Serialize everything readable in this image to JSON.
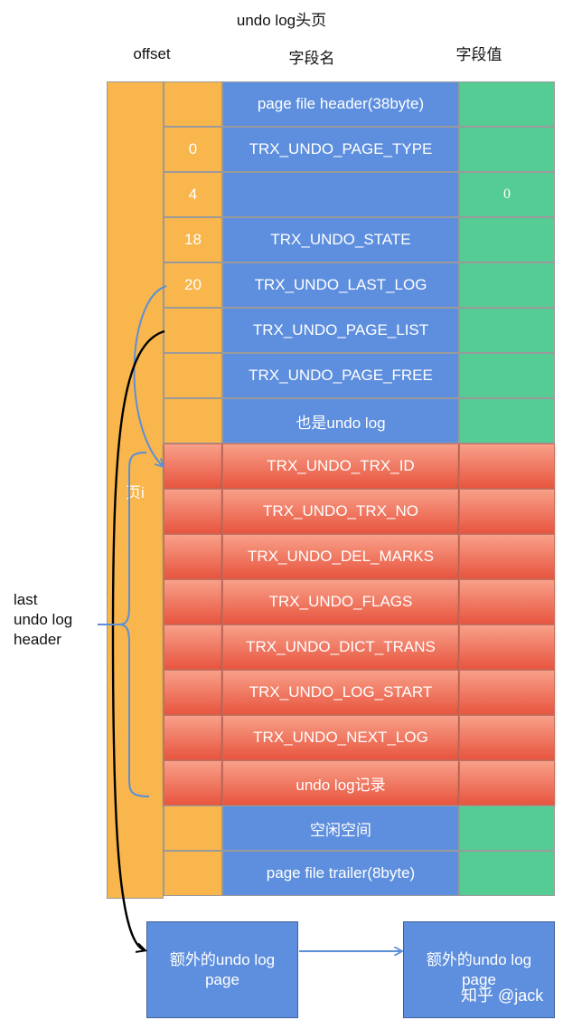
{
  "title": "undo log头页",
  "headers": {
    "offset": "offset",
    "field_name": "字段名",
    "field_value": "字段值"
  },
  "rows": [
    {
      "offset": "",
      "name": "page file header(38byte)",
      "value": "",
      "color": "blue"
    },
    {
      "offset": "0",
      "name": "TRX_UNDO_PAGE_TYPE",
      "value": "",
      "color": "blue"
    },
    {
      "offset": "4",
      "name": "",
      "value": "0",
      "color": "blue"
    },
    {
      "offset": "18",
      "name": "TRX_UNDO_STATE",
      "value": "",
      "color": "blue"
    },
    {
      "offset": "20",
      "name": "TRX_UNDO_LAST_LOG",
      "value": "",
      "color": "blue"
    },
    {
      "offset": "",
      "name": "TRX_UNDO_PAGE_LIST",
      "value": "",
      "color": "blue"
    },
    {
      "offset": "",
      "name": "TRX_UNDO_PAGE_FREE",
      "value": "",
      "color": "blue"
    },
    {
      "offset": "",
      "name": "也是undo log",
      "value": "",
      "color": "blue"
    },
    {
      "offset": "",
      "name": "TRX_UNDO_TRX_ID",
      "value": "",
      "color": "red"
    },
    {
      "offset": "",
      "name": "TRX_UNDO_TRX_NO",
      "value": "",
      "color": "red"
    },
    {
      "offset": "",
      "name": "TRX_UNDO_DEL_MARKS",
      "value": "",
      "color": "red"
    },
    {
      "offset": "",
      "name": "TRX_UNDO_FLAGS",
      "value": "",
      "color": "red"
    },
    {
      "offset": "",
      "name": "TRX_UNDO_DICT_TRANS",
      "value": "",
      "color": "red"
    },
    {
      "offset": "",
      "name": "TRX_UNDO_LOG_START",
      "value": "",
      "color": "red"
    },
    {
      "offset": "",
      "name": "TRX_UNDO_NEXT_LOG",
      "value": "",
      "color": "red"
    },
    {
      "offset": "",
      "name": "undo log记录",
      "value": "",
      "color": "red"
    },
    {
      "offset": "",
      "name": "空闲空间",
      "value": "",
      "color": "blue"
    },
    {
      "offset": "",
      "name": "page file trailer(8byte)",
      "value": "",
      "color": "blue"
    }
  ],
  "side_label": [
    "last",
    "undo log",
    "header"
  ],
  "brace_label": "页i",
  "extra_pages": [
    {
      "lines": [
        "额外的undo log",
        "page"
      ]
    },
    {
      "lines": [
        "额外的undo log",
        "page"
      ]
    }
  ],
  "watermark": "知乎 @jack",
  "colors": {
    "orange": "#F8B64C",
    "blue": "#5E8FDE",
    "green": "#55CC93",
    "red": "#E8553F",
    "arrow_blue": "#5B8FD8",
    "arrow_black": "#000000"
  }
}
